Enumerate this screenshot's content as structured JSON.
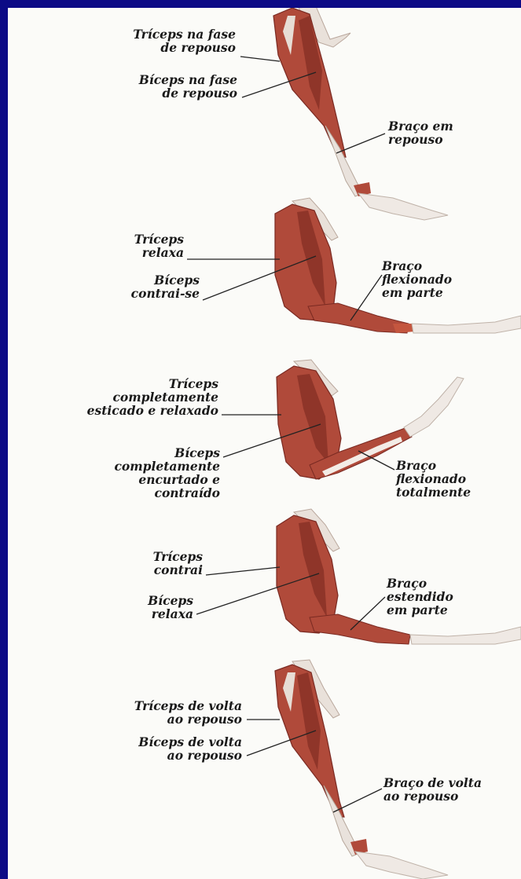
{
  "figure": {
    "stages": [
      {
        "id": "rest",
        "triceps_label": "Tríceps na fase\nde repouso",
        "biceps_label": "Bíceps na fase\nde repouso",
        "arm_label": "Braço em\nrepouso"
      },
      {
        "id": "partly-flexed",
        "triceps_label": "Tríceps\nrelaxa",
        "biceps_label": "Bíceps\ncontrai-se",
        "arm_label": "Braço\nflexionado\nem parte"
      },
      {
        "id": "fully-flexed",
        "triceps_label": "Tríceps\ncompletamente\nesticado e relaxado",
        "biceps_label": "Bíceps\ncompletamente\nencurtado e\ncontraído",
        "arm_label": "Braço\nflexionado\ntotalmente"
      },
      {
        "id": "partly-extended",
        "triceps_label": "Tríceps\ncontrai",
        "biceps_label": "Bíceps\nrelaxa",
        "arm_label": "Braço\nestendido\nem parte"
      },
      {
        "id": "back-to-rest",
        "triceps_label": "Tríceps de volta\nao repouso",
        "biceps_label": "Bíceps de volta\nao repouso",
        "arm_label": "Braço de volta\nao repouso"
      }
    ]
  },
  "colors": {
    "frame": "#0c0a86",
    "panel": "#fbfbf8",
    "muscle": "#b04a3a",
    "muscle_dark": "#7a2a22",
    "tendon": "#eee4dc",
    "leader": "#222222"
  }
}
